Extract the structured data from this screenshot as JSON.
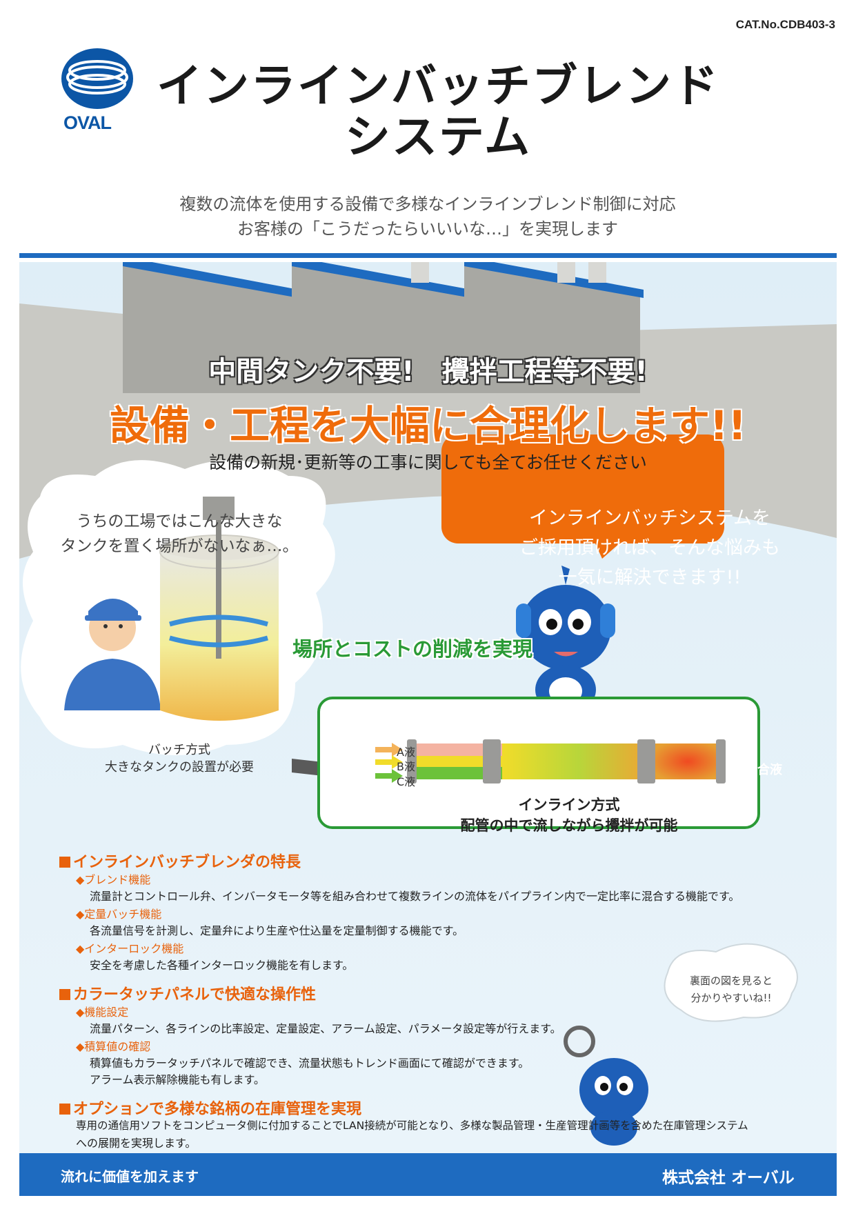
{
  "header": {
    "catalog_number": "CAT.No.CDB403-3",
    "logo_text": "OVAL",
    "title_line1": "インラインバッチブレンド",
    "title_line2": "システム",
    "subtitle_line1": "複数の流体を使用する設備で多様なインラインブレンド制御に対応",
    "subtitle_line2": "お客様の「こうだったらいいいな…」を実現します"
  },
  "hero": {
    "slogan1": "中間タンク不要!　攪拌工程等不要!",
    "slogan2": "設備・工程を大幅に合理化します!!",
    "slogan3": "設備の新規･更新等の工事に関しても全てお任せください",
    "cloud_line1": "うちの工場ではこんな大きな",
    "cloud_line2": "タンクを置く場所がないなぁ…。",
    "batch_caption_line1": "バッチ方式",
    "batch_caption_line2": "大きなタンクの設置が必要",
    "bubble_line1": "インラインバッチシステムを",
    "bubble_line2": "ご採用頂ければ、そんな悩みも",
    "bubble_line3": "一気に解決できます!!",
    "green_heading": "場所とコストの削減を実現",
    "liquid_a": "A液",
    "liquid_b": "B液",
    "liquid_c": "C液",
    "mixed_label": "混合液",
    "inline_caption_line1": "インライン方式",
    "inline_caption_line2": "配管の中で流しながら攪拌が可能",
    "colors": {
      "orange": "#e8620c",
      "blue": "#1e6bc0",
      "green": "#2a9a36"
    }
  },
  "features": {
    "section1_title": "インラインバッチブレンダの特長",
    "blend_title": "◆ブレンド機能",
    "blend_text": "流量計とコントロール弁、インバータモータ等を組み合わせて複数ラインの流体をパイプライン内で一定比率に混合する機能です。",
    "batch_title": "◆定量バッチ機能",
    "batch_text": "各流量信号を計測し、定量弁により生産や仕込量を定量制御する機能です。",
    "interlock_title": "◆インターロック機能",
    "interlock_text": "安全を考慮した各種インターロック機能を有します。",
    "section2_title": "カラータッチパネルで快適な操作性",
    "settings_title": "◆機能設定",
    "settings_text": "流量パターン、各ラインの比率設定、定量設定、アラーム設定、パラメータ設定等が行えます。",
    "totals_title": "◆積算値の確認",
    "totals_text1": "積算値もカラータッチパネルで確認でき、流量状態もトレンド画面にて確認ができます。",
    "totals_text2": "アラーム表示解除機能も有します。",
    "section3_title": "オプションで多様な銘柄の在庫管理を実現",
    "option_text1": "専用の通信用ソフトをコンピュータ側に付加することでLAN接続が可能となり、多様な製品管理・生産管理計画等を含めた在庫管理システム",
    "option_text2": "への展開を実現します。",
    "think_line1": "裏面の図を見ると",
    "think_line2": "分かりやすいね!!"
  },
  "footer": {
    "tagline": "流れに価値を加えます",
    "company": "株式会社 オーバル"
  }
}
